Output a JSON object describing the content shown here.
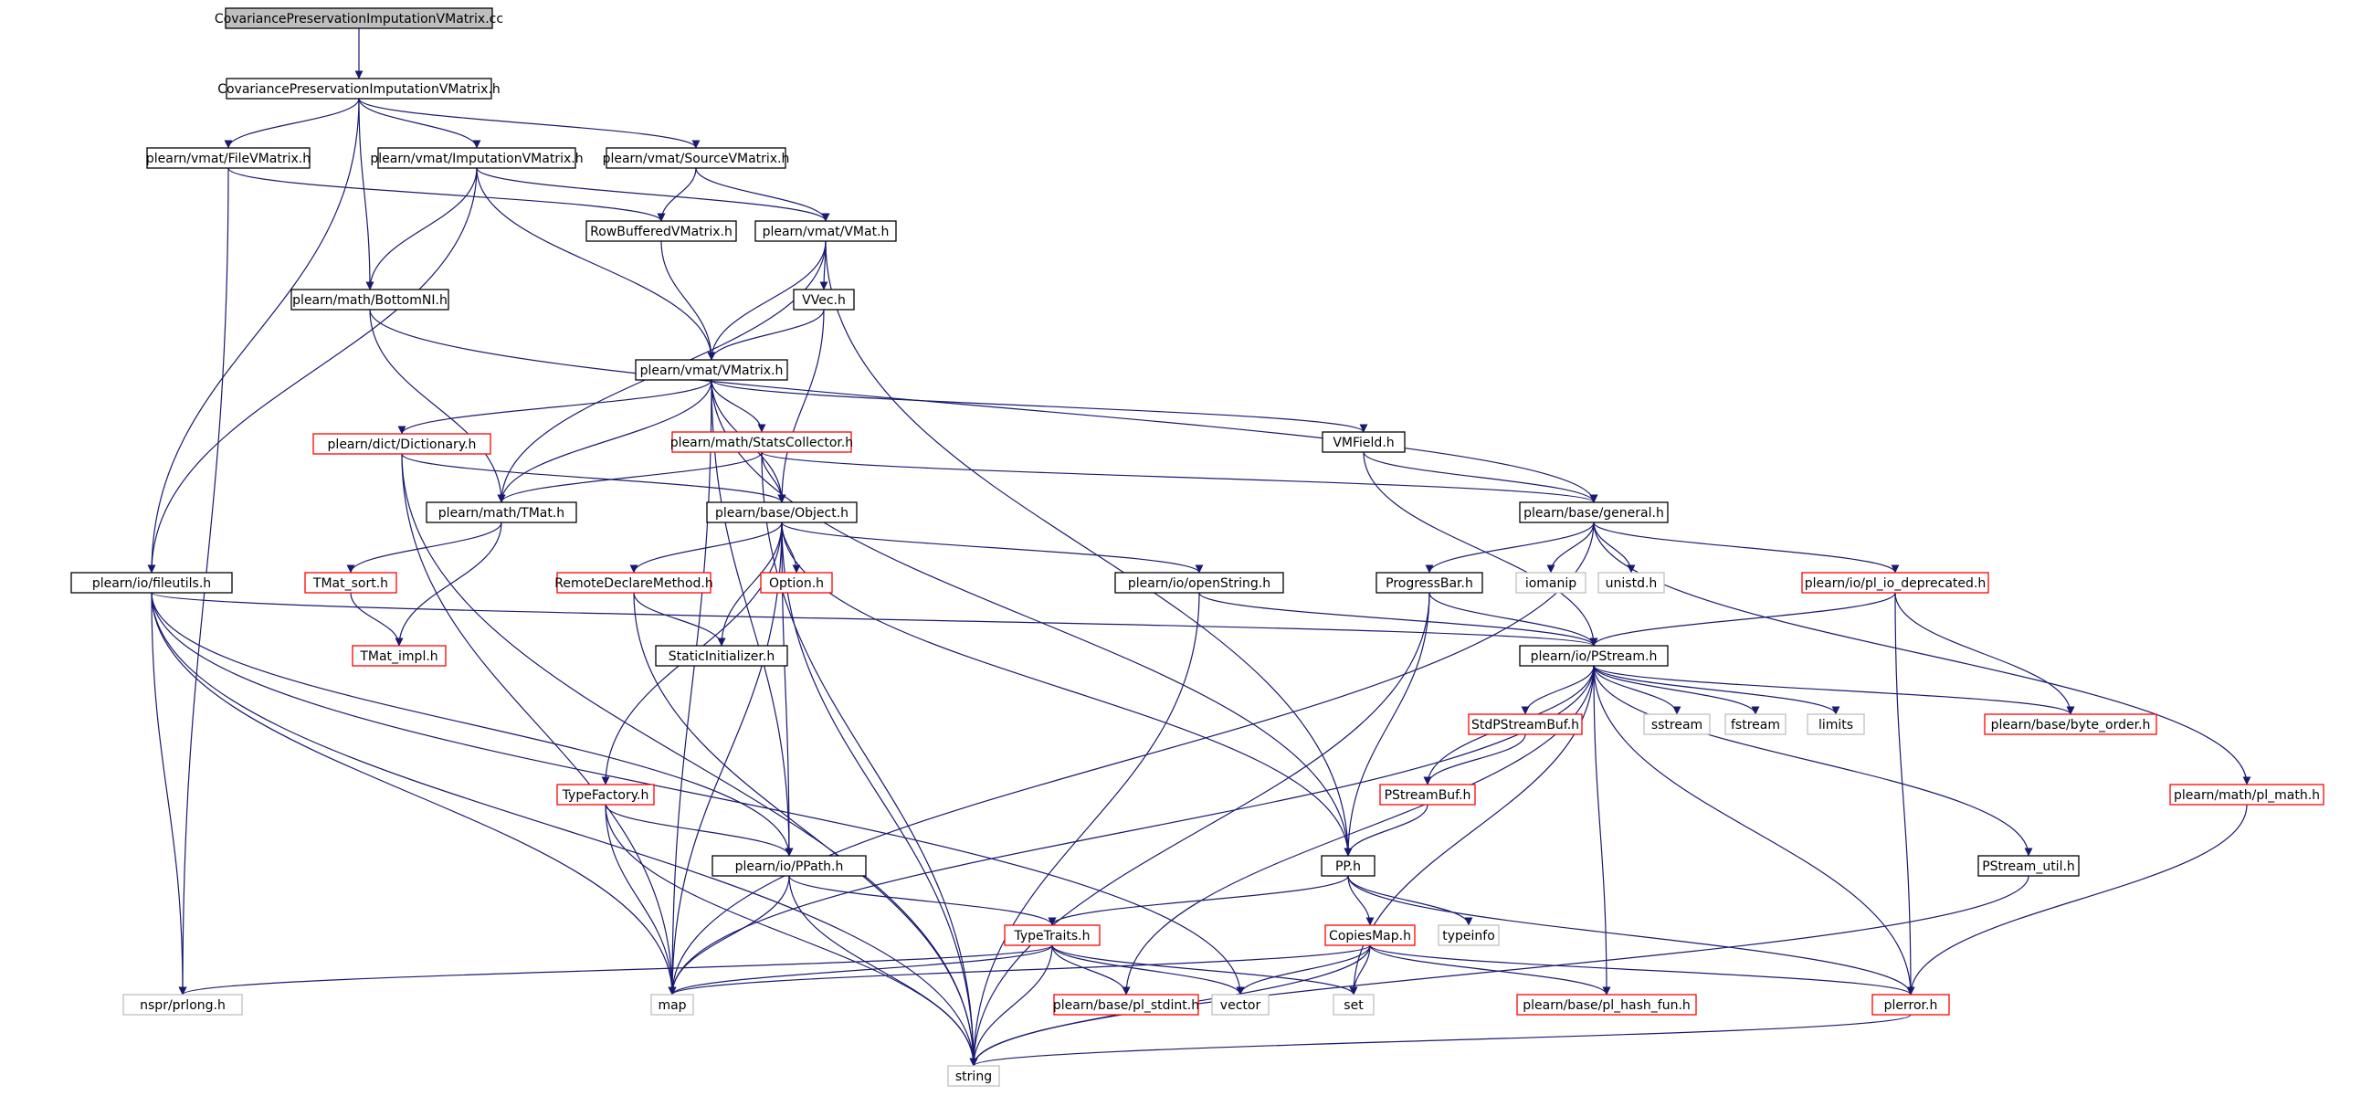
{
  "colors": {
    "edge": "#191970",
    "border_normal": "#000000",
    "border_red": "#ff0000",
    "border_gray": "#bfbfbf",
    "fill_root": "#bfbfbf",
    "fill": "#ffffff",
    "text": "#000000"
  },
  "nodes": [
    {
      "id": "cc",
      "label": "CovariancePreservationImputationVMatrix.cc",
      "style": "root"
    },
    {
      "id": "h",
      "label": "CovariancePreservationImputationVMatrix.h",
      "style": "normal"
    },
    {
      "id": "filevmat",
      "label": "plearn/vmat/FileVMatrix.h",
      "style": "normal"
    },
    {
      "id": "impvmat",
      "label": "plearn/vmat/ImputationVMatrix.h",
      "style": "normal"
    },
    {
      "id": "srcvmat",
      "label": "plearn/vmat/SourceVMatrix.h",
      "style": "normal"
    },
    {
      "id": "rowbuf",
      "label": "RowBufferedVMatrix.h",
      "style": "normal"
    },
    {
      "id": "vmat",
      "label": "plearn/vmat/VMat.h",
      "style": "normal"
    },
    {
      "id": "bottomnl",
      "label": "plearn/math/BottomNI.h",
      "style": "normal"
    },
    {
      "id": "vvec",
      "label": "VVec.h",
      "style": "normal"
    },
    {
      "id": "vmatrix",
      "label": "plearn/vmat/VMatrix.h",
      "style": "normal"
    },
    {
      "id": "dict",
      "label": "plearn/dict/Dictionary.h",
      "style": "red"
    },
    {
      "id": "stats",
      "label": "plearn/math/StatsCollector.h",
      "style": "red"
    },
    {
      "id": "vmfield",
      "label": "VMField.h",
      "style": "normal"
    },
    {
      "id": "tmat",
      "label": "plearn/math/TMat.h",
      "style": "normal"
    },
    {
      "id": "object",
      "label": "plearn/base/Object.h",
      "style": "normal"
    },
    {
      "id": "general",
      "label": "plearn/base/general.h",
      "style": "normal"
    },
    {
      "id": "fileutils",
      "label": "plearn/io/fileutils.h",
      "style": "normal"
    },
    {
      "id": "tmatsort",
      "label": "TMat_sort.h",
      "style": "red"
    },
    {
      "id": "remote",
      "label": "RemoteDeclareMethod.h",
      "style": "red"
    },
    {
      "id": "option",
      "label": "Option.h",
      "style": "red"
    },
    {
      "id": "openstring",
      "label": "plearn/io/openString.h",
      "style": "normal"
    },
    {
      "id": "progress",
      "label": "ProgressBar.h",
      "style": "normal"
    },
    {
      "id": "iomanip",
      "label": "iomanip",
      "style": "gray"
    },
    {
      "id": "unistd",
      "label": "unistd.h",
      "style": "gray"
    },
    {
      "id": "pliodep",
      "label": "plearn/io/pl_io_deprecated.h",
      "style": "red"
    },
    {
      "id": "tmatimpl",
      "label": "TMat_impl.h",
      "style": "red"
    },
    {
      "id": "staticinit",
      "label": "StaticInitializer.h",
      "style": "normal"
    },
    {
      "id": "pstream",
      "label": "plearn/io/PStream.h",
      "style": "normal"
    },
    {
      "id": "sstream",
      "label": "sstream",
      "style": "gray"
    },
    {
      "id": "fstream",
      "label": "fstream",
      "style": "gray"
    },
    {
      "id": "limits",
      "label": "limits",
      "style": "gray"
    },
    {
      "id": "stdpsb",
      "label": "StdPStreamBuf.h",
      "style": "red"
    },
    {
      "id": "byteorder",
      "label": "plearn/base/byte_order.h",
      "style": "red"
    },
    {
      "id": "typefactory",
      "label": "TypeFactory.h",
      "style": "red"
    },
    {
      "id": "psb",
      "label": "PStreamBuf.h",
      "style": "red"
    },
    {
      "id": "plmath",
      "label": "plearn/math/pl_math.h",
      "style": "red"
    },
    {
      "id": "ppath",
      "label": "plearn/io/PPath.h",
      "style": "normal"
    },
    {
      "id": "pp",
      "label": "PP.h",
      "style": "normal"
    },
    {
      "id": "pstreamutil",
      "label": "PStream_util.h",
      "style": "normal"
    },
    {
      "id": "typetraits",
      "label": "TypeTraits.h",
      "style": "red"
    },
    {
      "id": "copiesmap",
      "label": "CopiesMap.h",
      "style": "red"
    },
    {
      "id": "typeinfo",
      "label": "typeinfo",
      "style": "gray"
    },
    {
      "id": "nspr",
      "label": "nspr/prlong.h",
      "style": "gray"
    },
    {
      "id": "map",
      "label": "map",
      "style": "gray"
    },
    {
      "id": "plstdint",
      "label": "plearn/base/pl_stdint.h",
      "style": "red"
    },
    {
      "id": "vector",
      "label": "vector",
      "style": "gray"
    },
    {
      "id": "set",
      "label": "set",
      "style": "gray"
    },
    {
      "id": "plhash",
      "label": "plearn/base/pl_hash_fun.h",
      "style": "red"
    },
    {
      "id": "plerror",
      "label": "plerror.h",
      "style": "red"
    },
    {
      "id": "string",
      "label": "string",
      "style": "gray"
    }
  ],
  "edges": [
    [
      "cc",
      "h"
    ],
    [
      "h",
      "fileutils"
    ],
    [
      "h",
      "filevmat"
    ],
    [
      "h",
      "impvmat"
    ],
    [
      "h",
      "bottomnl"
    ],
    [
      "h",
      "srcvmat"
    ],
    [
      "filevmat",
      "nspr"
    ],
    [
      "filevmat",
      "rowbuf"
    ],
    [
      "impvmat",
      "fileutils"
    ],
    [
      "impvmat",
      "bottomnl"
    ],
    [
      "impvmat",
      "vmatrix"
    ],
    [
      "impvmat",
      "vmat"
    ],
    [
      "srcvmat",
      "rowbuf"
    ],
    [
      "srcvmat",
      "vmat"
    ],
    [
      "rowbuf",
      "vmatrix"
    ],
    [
      "vmat",
      "tmat"
    ],
    [
      "vmat",
      "vmatrix"
    ],
    [
      "vmat",
      "vvec"
    ],
    [
      "vmat",
      "pp"
    ],
    [
      "bottomnl",
      "tmat"
    ],
    [
      "bottomnl",
      "general"
    ],
    [
      "vvec",
      "vmatrix"
    ],
    [
      "vvec",
      "object"
    ],
    [
      "vmatrix",
      "map"
    ],
    [
      "vmatrix",
      "dict"
    ],
    [
      "vmatrix",
      "tmat"
    ],
    [
      "vmatrix",
      "object"
    ],
    [
      "vmatrix",
      "stats"
    ],
    [
      "vmatrix",
      "ppath"
    ],
    [
      "vmatrix",
      "pp"
    ],
    [
      "vmatrix",
      "vmfield"
    ],
    [
      "dict",
      "string"
    ],
    [
      "dict",
      "map"
    ],
    [
      "dict",
      "object"
    ],
    [
      "stats",
      "tmat"
    ],
    [
      "stats",
      "object"
    ],
    [
      "stats",
      "general"
    ],
    [
      "stats",
      "string"
    ],
    [
      "vmfield",
      "general"
    ],
    [
      "vmfield",
      "pstream"
    ],
    [
      "tmat",
      "tmatsort"
    ],
    [
      "tmat",
      "tmatimpl"
    ],
    [
      "tmatsort",
      "tmatimpl"
    ],
    [
      "object",
      "remote"
    ],
    [
      "object",
      "option"
    ],
    [
      "object",
      "openstring"
    ],
    [
      "object",
      "staticinit"
    ],
    [
      "object",
      "typefactory"
    ],
    [
      "object",
      "map"
    ],
    [
      "object",
      "ppath"
    ],
    [
      "object",
      "string"
    ],
    [
      "object",
      "pp"
    ],
    [
      "general",
      "map"
    ],
    [
      "general",
      "progress"
    ],
    [
      "general",
      "iomanip"
    ],
    [
      "general",
      "unistd"
    ],
    [
      "general",
      "pliodep"
    ],
    [
      "general",
      "plmath"
    ],
    [
      "fileutils",
      "pstream"
    ],
    [
      "fileutils",
      "ppath"
    ],
    [
      "fileutils",
      "vector"
    ],
    [
      "fileutils",
      "map"
    ],
    [
      "fileutils",
      "nspr"
    ],
    [
      "fileutils",
      "string"
    ],
    [
      "remote",
      "staticinit"
    ],
    [
      "remote",
      "string"
    ],
    [
      "openstring",
      "pstream"
    ],
    [
      "openstring",
      "string"
    ],
    [
      "progress",
      "pstream"
    ],
    [
      "progress",
      "pp"
    ],
    [
      "progress",
      "string"
    ],
    [
      "pliodep",
      "pstream"
    ],
    [
      "pliodep",
      "byteorder"
    ],
    [
      "pliodep",
      "plerror"
    ],
    [
      "pstream",
      "map"
    ],
    [
      "pstream",
      "plstdint"
    ],
    [
      "pstream",
      "psb"
    ],
    [
      "pstream",
      "stdpsb"
    ],
    [
      "pstream",
      "set"
    ],
    [
      "pstream",
      "sstream"
    ],
    [
      "pstream",
      "fstream"
    ],
    [
      "pstream",
      "limits"
    ],
    [
      "pstream",
      "plhash"
    ],
    [
      "pstream",
      "plerror"
    ],
    [
      "pstream",
      "byteorder"
    ],
    [
      "pstream",
      "pstreamutil"
    ],
    [
      "stdpsb",
      "psb"
    ],
    [
      "psb",
      "pp"
    ],
    [
      "typefactory",
      "ppath"
    ],
    [
      "typefactory",
      "map"
    ],
    [
      "typefactory",
      "string"
    ],
    [
      "plmath",
      "plerror"
    ],
    [
      "ppath",
      "typetraits"
    ],
    [
      "ppath",
      "map"
    ],
    [
      "ppath",
      "string"
    ],
    [
      "pp",
      "typetraits"
    ],
    [
      "pp",
      "copiesmap"
    ],
    [
      "pp",
      "typeinfo"
    ],
    [
      "pp",
      "plerror"
    ],
    [
      "pstreamutil",
      "string"
    ],
    [
      "typetraits",
      "nspr"
    ],
    [
      "typetraits",
      "map"
    ],
    [
      "typetraits",
      "plstdint"
    ],
    [
      "typetraits",
      "vector"
    ],
    [
      "typetraits",
      "set"
    ],
    [
      "typetraits",
      "string"
    ],
    [
      "copiesmap",
      "map"
    ],
    [
      "copiesmap",
      "vector"
    ],
    [
      "copiesmap",
      "set"
    ],
    [
      "copiesmap",
      "plhash"
    ],
    [
      "copiesmap",
      "plerror"
    ],
    [
      "copiesmap",
      "string"
    ],
    [
      "plerror",
      "string"
    ]
  ]
}
